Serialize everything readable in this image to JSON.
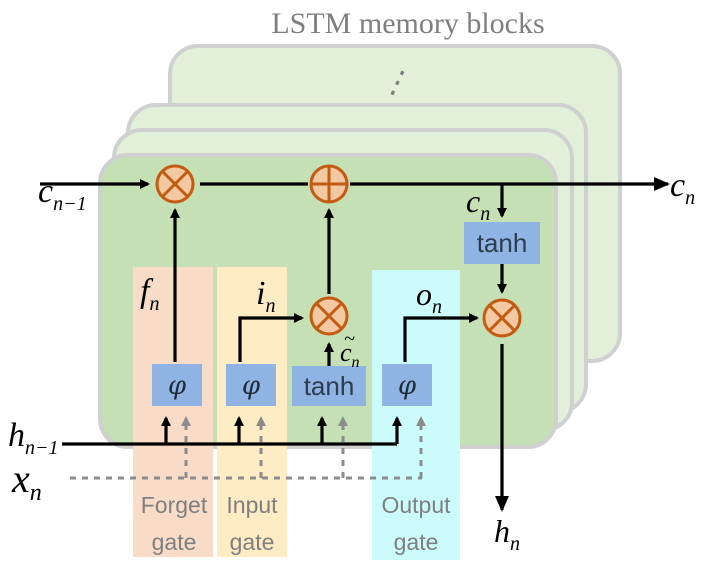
{
  "title": "LSTM memory blocks",
  "ellipsis": "⋮",
  "signals": {
    "c_prev": {
      "base": "c",
      "sub": "n−1"
    },
    "c_out": {
      "base": "c",
      "sub": "n"
    },
    "c_n_inner": {
      "base": "c",
      "sub": "n"
    },
    "h_prev": {
      "base": "h",
      "sub": "n−1"
    },
    "x_n": {
      "base": "x",
      "sub": "n"
    },
    "h_out": {
      "base": "h",
      "sub": "n"
    },
    "f_n": {
      "base": "f",
      "sub": "n"
    },
    "i_n": {
      "base": "i",
      "sub": "n"
    },
    "o_n": {
      "base": "o",
      "sub": "n"
    },
    "c_tilde": {
      "base": "c",
      "accent": "~",
      "sub": "n"
    }
  },
  "blocks": {
    "tanh_cell": "tanh",
    "tanh_candidate": "tanh",
    "sigmoid_forget": "φ",
    "sigmoid_input": "φ",
    "sigmoid_output": "φ"
  },
  "gates": {
    "forget": {
      "line1": "Forget",
      "line2": "gate"
    },
    "input": {
      "line1": "Input",
      "line2": "gate"
    },
    "output": {
      "line1": "Output",
      "line2": "gate"
    }
  },
  "colors": {
    "block_back": "#e2f0d9",
    "block_front": "#c5e0b4",
    "block_border": "#d0d0d0",
    "forget_gate": "#f8dcc8",
    "input_gate": "#fdecc4",
    "output_gate": "#ccfbfb",
    "function_box": "#8fb4e3",
    "operator": "#c55a11"
  }
}
